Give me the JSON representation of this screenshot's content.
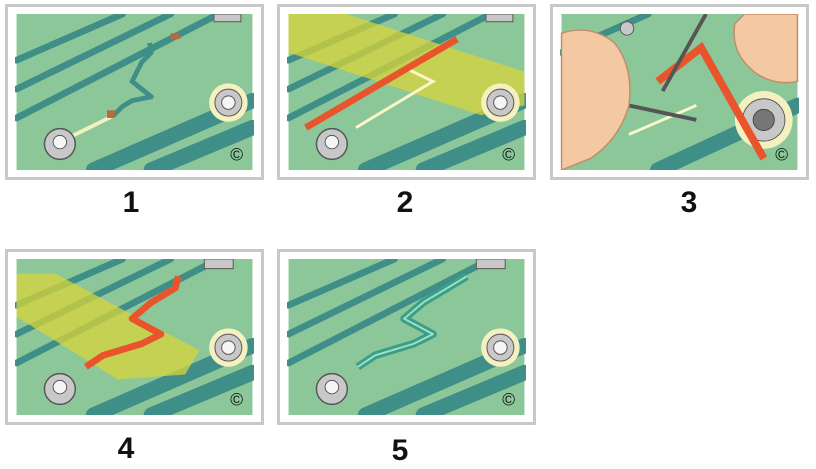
{
  "steps": [
    {
      "number": "1",
      "copyright": "©"
    },
    {
      "number": "2",
      "copyright": "©"
    },
    {
      "number": "3",
      "copyright": "©"
    },
    {
      "number": "4",
      "copyright": "©"
    },
    {
      "number": "5",
      "copyright": "©"
    }
  ],
  "colors": {
    "board": "#8cc79a",
    "trace": "#3f8f88",
    "repair_wire": "#e9542d",
    "tape": "#d8d43a",
    "pad": "#c8c8c8",
    "coated_wire": "#3b9e86"
  }
}
